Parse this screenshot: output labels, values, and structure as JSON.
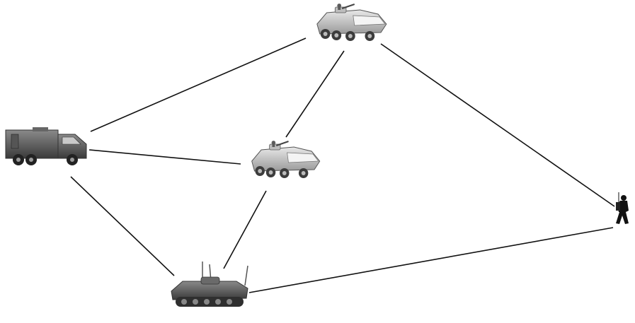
{
  "diagram": {
    "type": "network",
    "background": "#ffffff",
    "link_color": "#111111",
    "nodes": [
      {
        "id": "apc-top",
        "kind": "armored-personnel-carrier-8x8"
      },
      {
        "id": "truck",
        "kind": "military-command-truck"
      },
      {
        "id": "apc-center",
        "kind": "armored-personnel-carrier-8x8"
      },
      {
        "id": "tracked-vehicle",
        "kind": "tracked-airborne-combat-vehicle"
      },
      {
        "id": "soldier",
        "kind": "dismounted-soldier-with-radio"
      }
    ],
    "links": [
      [
        "truck",
        "apc-top"
      ],
      [
        "truck",
        "apc-center"
      ],
      [
        "truck",
        "tracked-vehicle"
      ],
      [
        "apc-top",
        "apc-center"
      ],
      [
        "apc-top",
        "soldier"
      ],
      [
        "apc-center",
        "tracked-vehicle"
      ],
      [
        "tracked-vehicle",
        "soldier"
      ]
    ]
  }
}
